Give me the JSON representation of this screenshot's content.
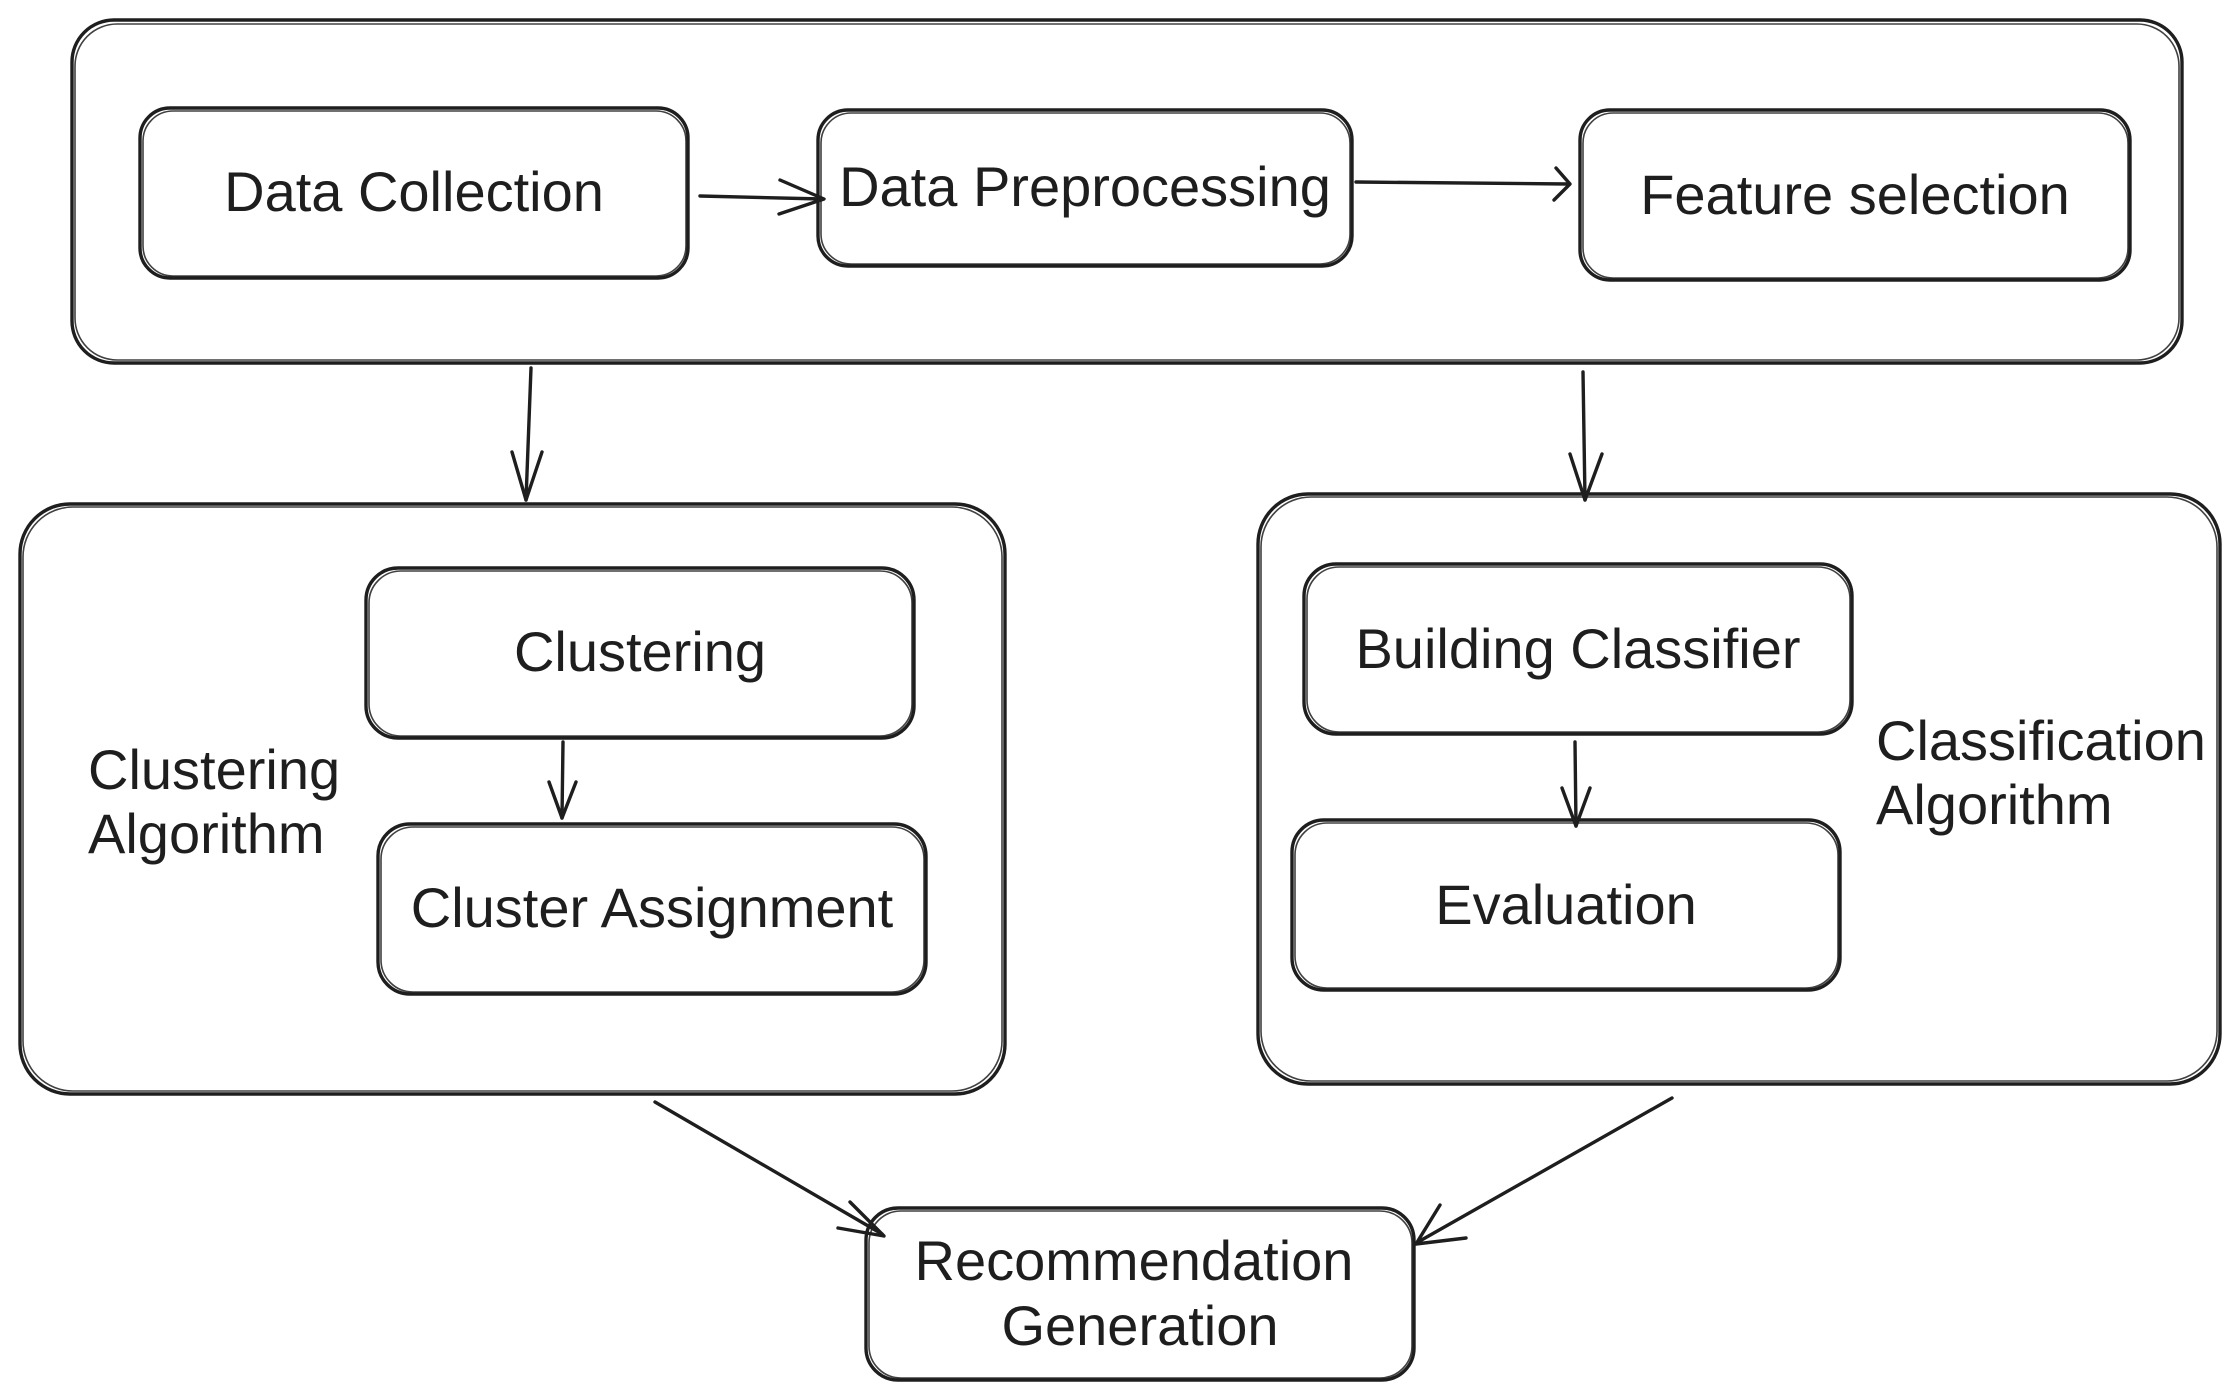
{
  "pipeline": {
    "data_collection": "Data Collection",
    "data_preprocessing": "Data Preprocessing",
    "feature_selection": "Feature selection"
  },
  "clustering_group": {
    "title_line1": "Clustering",
    "title_line2": "Algorithm",
    "clustering": "Clustering",
    "cluster_assignment": "Cluster Assignment"
  },
  "classification_group": {
    "title_line1": "Classification",
    "title_line2": "Algorithm",
    "building_classifier": "Building Classifier",
    "evaluation": "Evaluation"
  },
  "output": {
    "line1": "Recommendation",
    "line2": "Generation"
  },
  "colors": {
    "stroke": "#1e1e1e",
    "background": "#ffffff"
  }
}
